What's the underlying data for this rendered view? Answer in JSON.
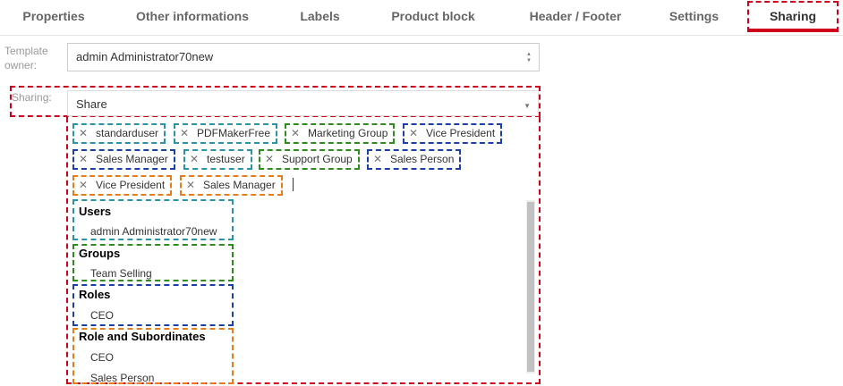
{
  "tabs": [
    {
      "label": "Properties"
    },
    {
      "label": "Other informations"
    },
    {
      "label": "Labels"
    },
    {
      "label": "Product block"
    },
    {
      "label": "Header / Footer"
    },
    {
      "label": "Settings"
    },
    {
      "label": "Sharing",
      "active": true
    }
  ],
  "form": {
    "template_owner_label": "Template owner:",
    "template_owner_value": "admin Administrator70new",
    "sharing_label": "Sharing:",
    "sharing_value": "Share"
  },
  "selected_tags": [
    {
      "label": "standarduser",
      "type": "user"
    },
    {
      "label": "PDFMakerFree",
      "type": "user"
    },
    {
      "label": "Marketing Group",
      "type": "group"
    },
    {
      "label": "Vice President",
      "type": "role"
    },
    {
      "label": "Sales Manager",
      "type": "role"
    },
    {
      "label": "testuser",
      "type": "user"
    },
    {
      "label": "Support Group",
      "type": "group"
    },
    {
      "label": "Sales Person",
      "type": "role"
    },
    {
      "label": "Vice President",
      "type": "role_and_subordinates"
    },
    {
      "label": "Sales Manager",
      "type": "role_and_subordinates"
    }
  ],
  "dropdown": {
    "groups": [
      {
        "title": "Users",
        "options": [
          "admin Administrator70new"
        ]
      },
      {
        "title": "Groups",
        "options": [
          "Team Selling"
        ]
      },
      {
        "title": "Roles",
        "options": [
          "CEO"
        ]
      },
      {
        "title": "Role and Subordinates",
        "options": [
          "CEO",
          "Sales Person"
        ]
      }
    ]
  },
  "colors": {
    "highlight": "#d0021b",
    "user": "#2a93a8",
    "group": "#2e8b1e",
    "role": "#1c3ea8",
    "role_and_subordinates": "#e87b1a"
  }
}
